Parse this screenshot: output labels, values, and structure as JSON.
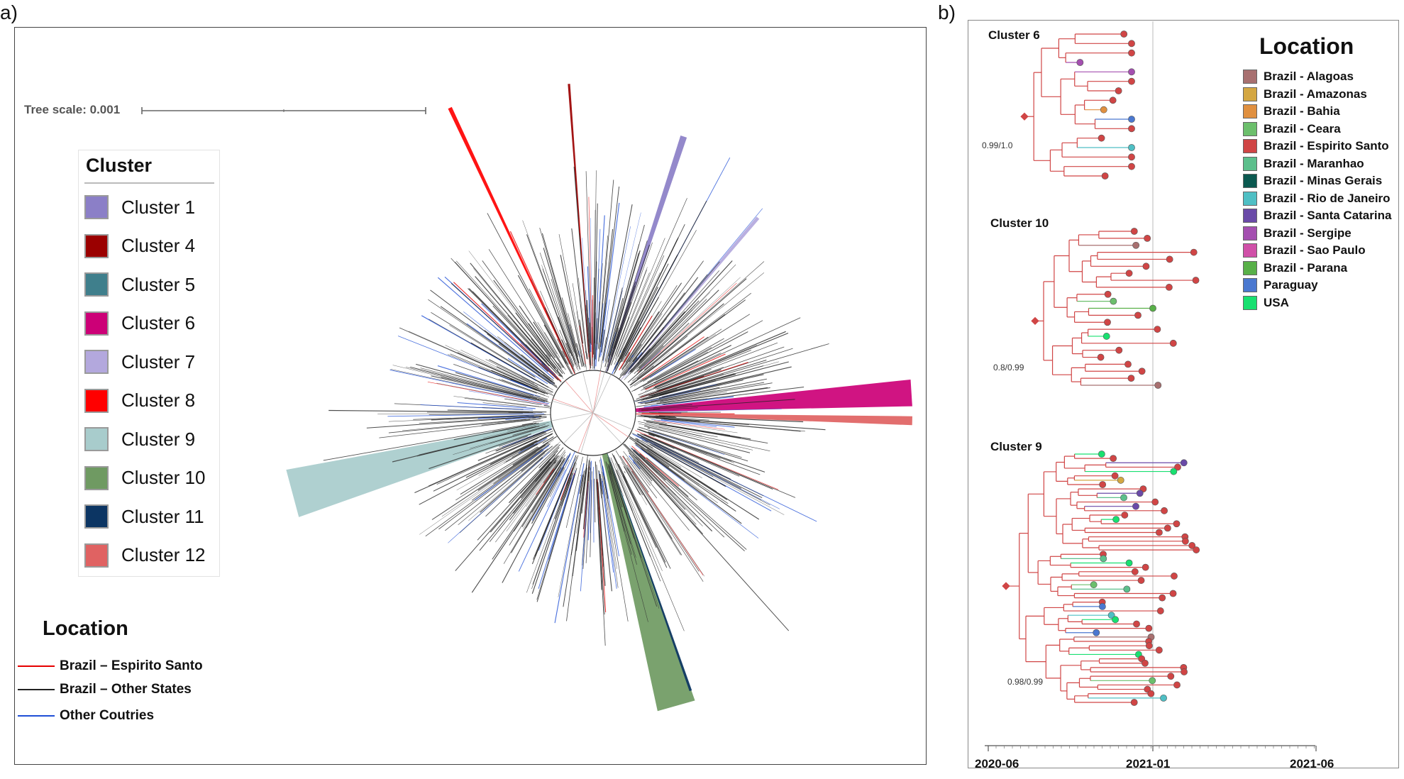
{
  "panel_a": {
    "label": "a)",
    "tree_scale": "Tree scale: 0.001",
    "cluster_legend": {
      "title": "Cluster",
      "items": [
        {
          "label": "Cluster 1",
          "color": "#8b7fc7"
        },
        {
          "label": "Cluster 4",
          "color": "#9b0000"
        },
        {
          "label": "Cluster 5",
          "color": "#3f7f8c"
        },
        {
          "label": "Cluster 6",
          "color": "#cc0077"
        },
        {
          "label": "Cluster 7",
          "color": "#b3a8dd"
        },
        {
          "label": "Cluster 8",
          "color": "#ff0000"
        },
        {
          "label": "Cluster 9",
          "color": "#a8cccc"
        },
        {
          "label": "Cluster 10",
          "color": "#6f9a62"
        },
        {
          "label": "Cluster 11",
          "color": "#0c3563"
        },
        {
          "label": "Cluster 12",
          "color": "#e06262"
        }
      ]
    },
    "location_legend": {
      "title": "Location",
      "items": [
        {
          "label": "Brazil – Espirito Santo",
          "color": "#e60000"
        },
        {
          "label": "Brazil – Other States",
          "color": "#222222"
        },
        {
          "label": "Other Coutries",
          "color": "#1f4fd6"
        }
      ]
    }
  },
  "panel_b": {
    "label": "b)",
    "legend": {
      "title": "Location",
      "items": [
        {
          "label": "Brazil - Alagoas",
          "color": "#a87070"
        },
        {
          "label": "Brazil - Amazonas",
          "color": "#d4a742"
        },
        {
          "label": "Brazil - Bahia",
          "color": "#e09040"
        },
        {
          "label": "Brazil - Ceara",
          "color": "#6cbf6c"
        },
        {
          "label": "Brazil - Espirito Santo",
          "color": "#d04545"
        },
        {
          "label": "Brazil - Maranhao",
          "color": "#5cbf8c"
        },
        {
          "label": "Brazil - Minas Gerais",
          "color": "#0b5950"
        },
        {
          "label": "Brazil - Rio de Janeiro",
          "color": "#4fbfc4"
        },
        {
          "label": "Brazil - Santa Catarina",
          "color": "#6a4aa8"
        },
        {
          "label": "Brazil - Sergipe",
          "color": "#a44fb0"
        },
        {
          "label": "Brazil - Sao Paulo",
          "color": "#d050a8"
        },
        {
          "label": "Brazil - Parana",
          "color": "#58b048"
        },
        {
          "label": "Paraguay",
          "color": "#4a78d0"
        },
        {
          "label": "USA",
          "color": "#18e070"
        }
      ]
    },
    "clusters": [
      {
        "title": "Cluster 6",
        "support": "0.99/1.0"
      },
      {
        "title": "Cluster 10",
        "support": "0.8/0.99"
      },
      {
        "title": "Cluster 9",
        "support": "0.98/0.99"
      }
    ],
    "axis_ticks": [
      "2020-06",
      "2021-01",
      "2021-06"
    ]
  }
}
